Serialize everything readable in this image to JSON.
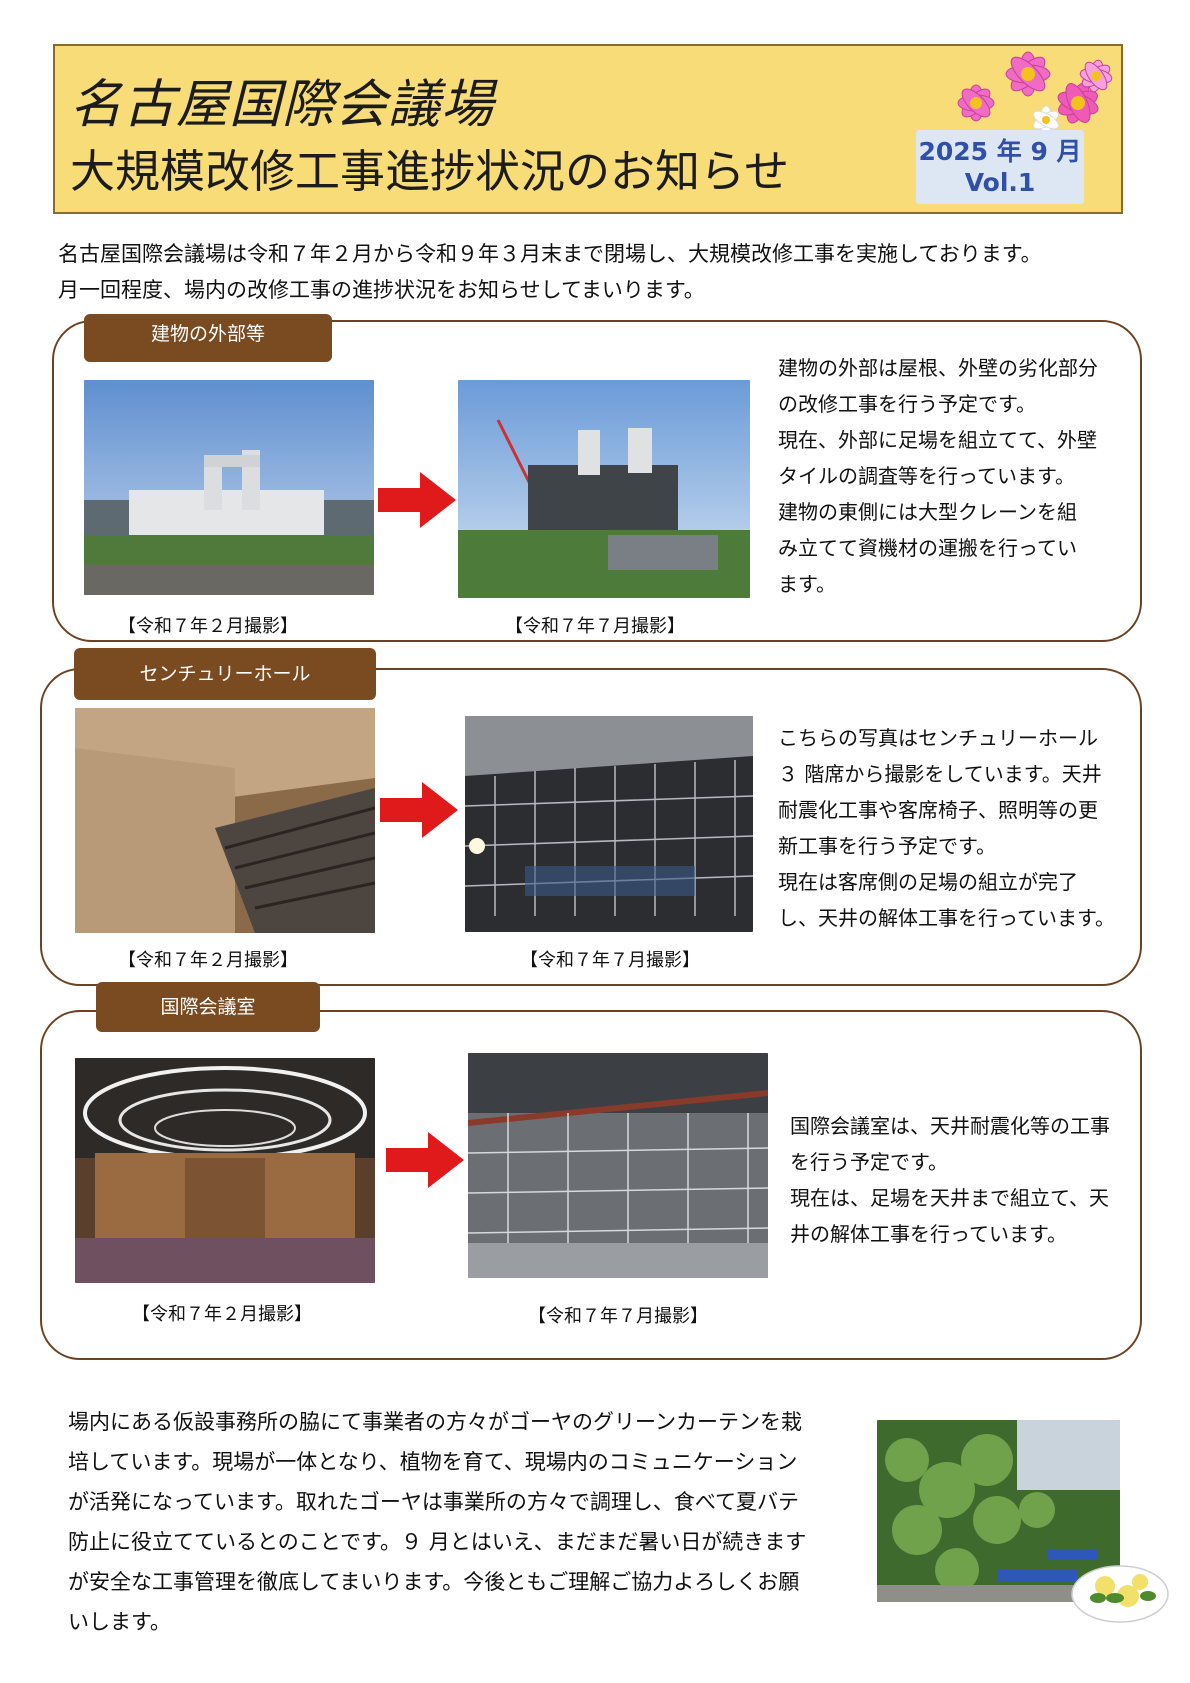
{
  "header": {
    "title_line1": "名古屋国際会議場",
    "title_line2": "大規模改修工事進捗状況のお知らせ",
    "issue_date": "2025 年 9 月",
    "issue_vol": "Vol.1"
  },
  "intro": {
    "line1": "名古屋国際会議場は令和７年２月から令和９年３月末まで閉場し、大規模改修工事を実施しております。",
    "line2": "月一回程度、場内の改修工事の進捗状況をお知らせしてまいります。"
  },
  "sections": [
    {
      "title": "建物の外部等",
      "before_caption": "【令和７年２月撮影】",
      "after_caption": "【令和７年７月撮影】",
      "description": [
        "建物の外部は屋根、外壁の劣化部分",
        "の改修工事を行う予定です。",
        "現在、外部に足場を組立てて、外壁",
        "タイルの調査等を行っています。",
        "建物の東側には大型クレーンを組",
        "み立てて資機材の運搬を行ってい",
        "ます。"
      ]
    },
    {
      "title": "センチュリーホール",
      "before_caption": "【令和７年２月撮影】",
      "after_caption": "【令和７年７月撮影】",
      "description": [
        "こちらの写真はセンチュリーホール",
        "３ 階席から撮影をしています。天井",
        "耐震化工事や客席椅子、照明等の更",
        "新工事を行う予定です。",
        "現在は客席側の足場の組立が完了",
        "し、天井の解体工事を行っています。"
      ]
    },
    {
      "title": "国際会議室",
      "before_caption": "【令和７年２月撮影】",
      "after_caption": "【令和７年７月撮影】",
      "description": [
        "国際会議室は、天井耐震化等の工事",
        "を行う予定です。",
        "現在は、足場を天井まで組立て、天",
        "井の解体工事を行っています。"
      ]
    }
  ],
  "footer": {
    "lines": [
      "場内にある仮設事務所の脇にて事業者の方々がゴーヤのグリーンカーテンを栽",
      "培しています。現場が一体となり、植物を育て、現場内のコミュニケーション",
      "が活発になっています。取れたゴーヤは事業所の方々で調理し、食べて夏バテ",
      "防止に役立てているとのことです。９ 月とはいえ、まだまだ暑い日が続きます",
      "が安全な工事管理を徹底してまいります。今後ともご理解ご協力よろしくお願",
      "いします。"
    ]
  },
  "colors": {
    "header_bg": "#f8dc78",
    "tab_bg": "#7a4a21",
    "arrow": "#e01a1a",
    "issue_text": "#2f4fa8"
  },
  "icons": [
    "cosmos-flowers-icon",
    "arrow-right-icon",
    "goya-dish-icon"
  ]
}
